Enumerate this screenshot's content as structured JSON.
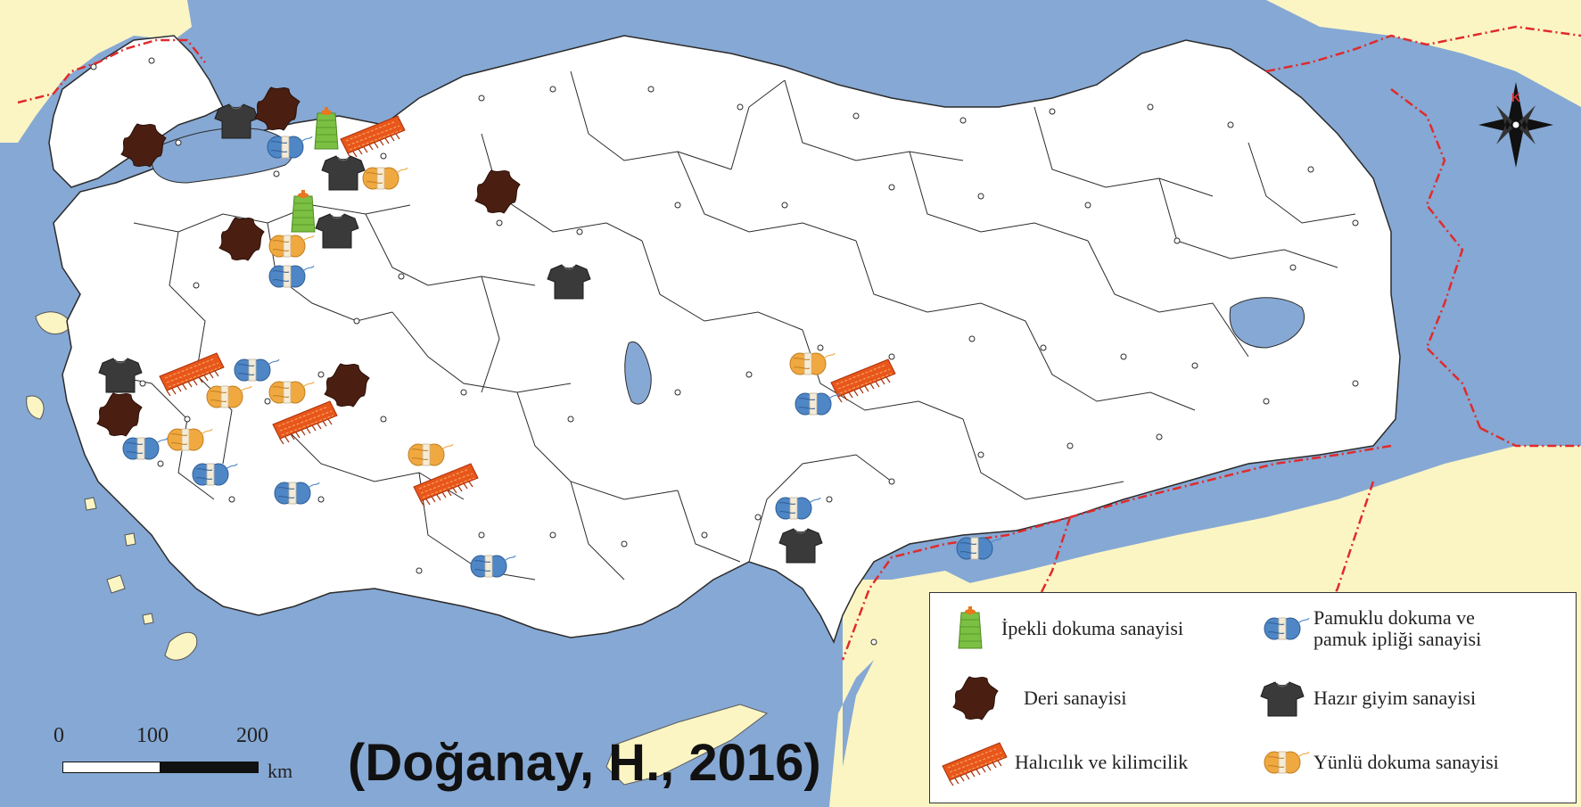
{
  "citation": "(Doğanay, H., 2016)",
  "compass": {
    "label": "K"
  },
  "scale": {
    "ticks": [
      "0",
      "100",
      "200"
    ],
    "unit": "km"
  },
  "legend": {
    "items": [
      {
        "key": "silk",
        "icon": "silk-spool-icon",
        "label": "İpekli dokuma sanayisi"
      },
      {
        "key": "cotton",
        "icon": "cotton-yarn-icon",
        "label": "Pamuklu dokuma ve\npamuk ipliği sanayisi"
      },
      {
        "key": "leather",
        "icon": "leather-hide-icon",
        "label": "Deri sanayisi"
      },
      {
        "key": "clothing",
        "icon": "tshirt-icon",
        "label": "Hazır giyim sanayisi"
      },
      {
        "key": "carpet",
        "icon": "carpet-icon",
        "label": "Halıcılık ve kilimcilik"
      },
      {
        "key": "wool",
        "icon": "wool-yarn-icon",
        "label": "Yünlü dokuma sanayisi"
      }
    ]
  },
  "colors": {
    "sea": "#86a8d4",
    "land": "#ffffff",
    "neighbor_land": "#fbf5c4",
    "border": "#e02b2b",
    "silk": "#7cc043",
    "cotton": "#4f86c6",
    "leather": "#4a1f12",
    "clothing": "#3a3a3a",
    "carpet": "#e8561b",
    "wool": "#f0a840"
  }
}
